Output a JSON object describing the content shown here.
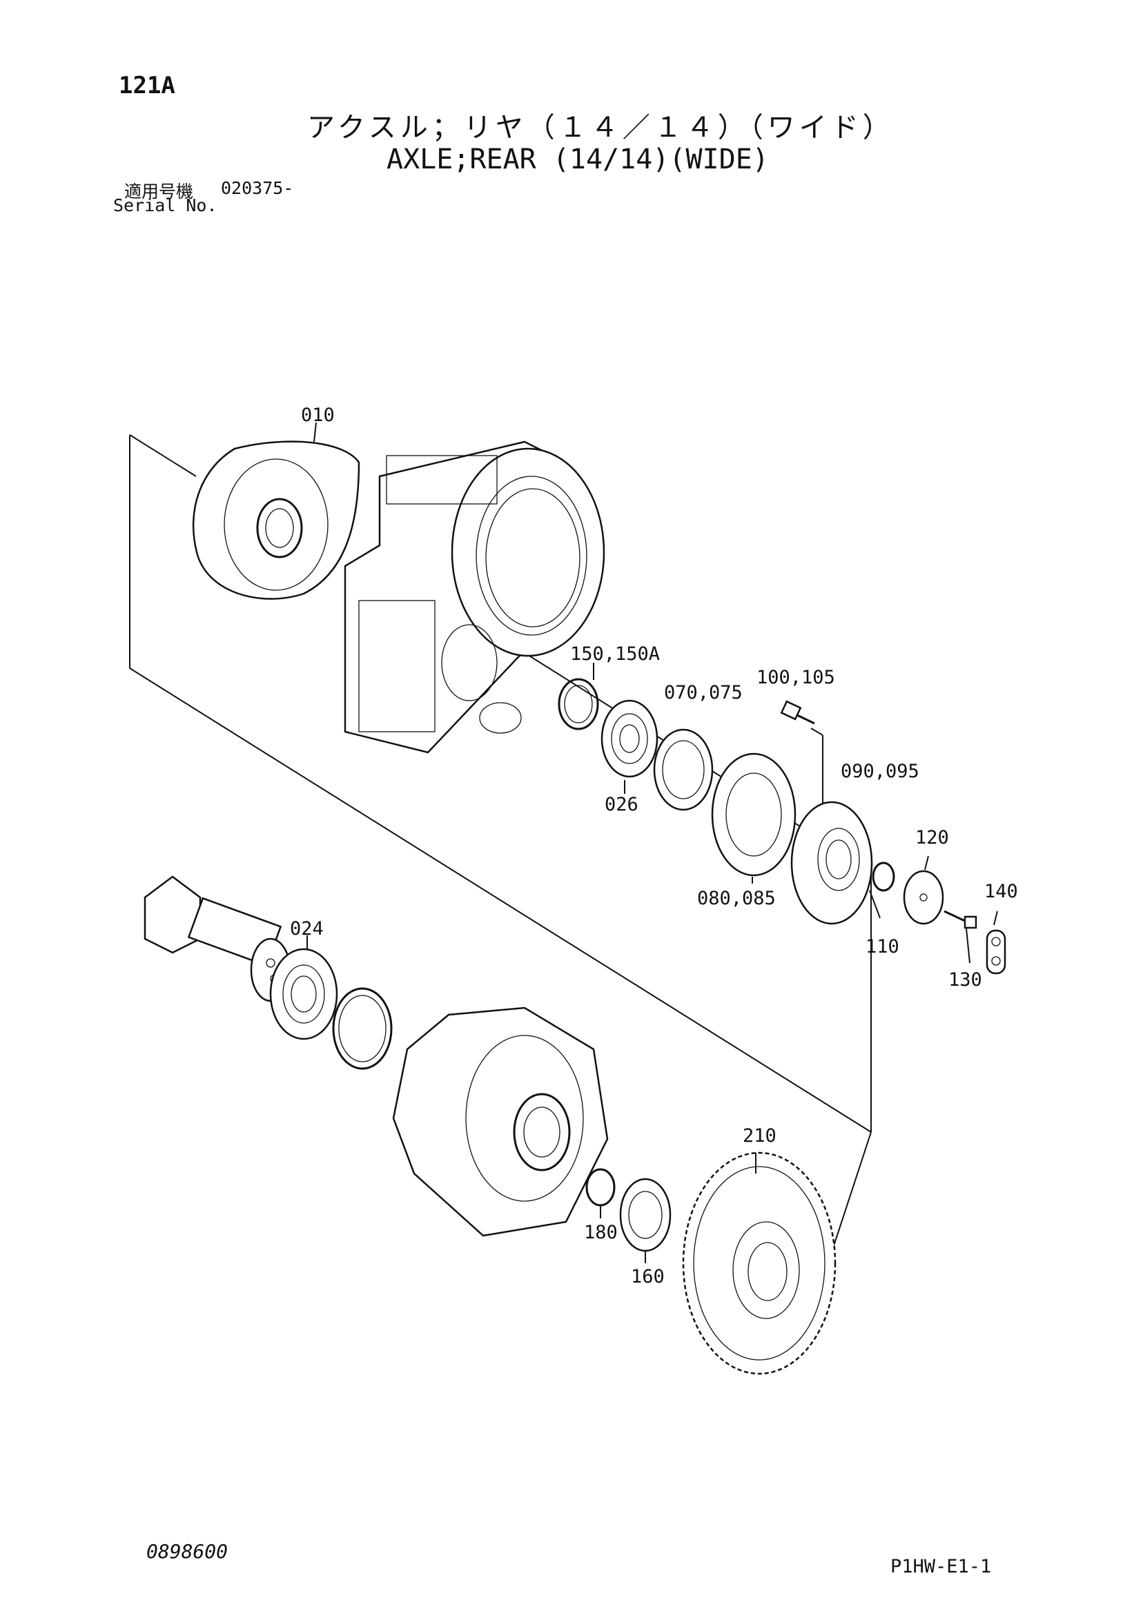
{
  "header": {
    "page_number": "121A",
    "title_jp": "アクスル；リヤ（１４／１４）（ワイド）",
    "title_en": "AXLE;REAR (14/14)(WIDE)",
    "serial_label_jp": "適用号機",
    "serial_value": "020375-",
    "serial_label_en": "Serial No."
  },
  "parts": {
    "p010": "010",
    "p150": "150,150A",
    "p100": "100,105",
    "p070": "070,075",
    "p090": "090,095",
    "p026": "026",
    "p120": "120",
    "p080": "080,085",
    "p140": "140",
    "p110": "110",
    "p130": "130",
    "p024": "024",
    "p210": "210",
    "p180": "180",
    "p160": "160"
  },
  "footer": {
    "doc_code": "0898600",
    "sheet_code": "P1HW-E1-1"
  }
}
